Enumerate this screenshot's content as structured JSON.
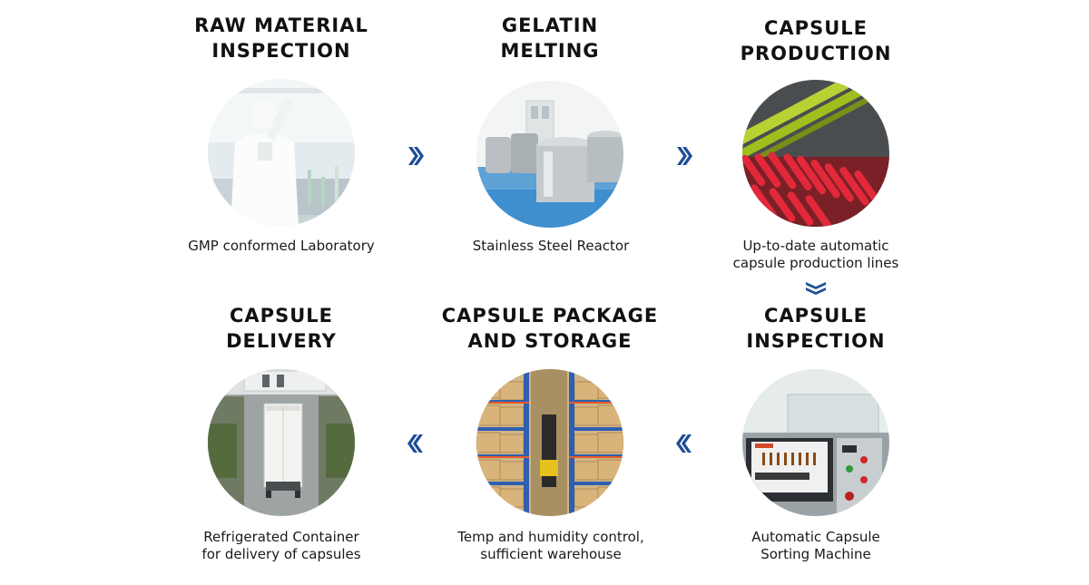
{
  "steps": [
    {
      "title": [
        "RAW MATERIAL",
        "INSPECTION"
      ],
      "caption": [
        "GMP conformed Laboratory"
      ],
      "icon": "laboratory-photo"
    },
    {
      "title": [
        "GELATIN",
        "MELTING"
      ],
      "caption": [
        "Stainless Steel Reactor"
      ],
      "icon": "reactor-photo"
    },
    {
      "title": [
        "CAPSULE",
        "PRODUCTION"
      ],
      "caption": [
        "Up-to-date automatic",
        "capsule production lines"
      ],
      "icon": "production-line-photo"
    },
    {
      "title": [
        "CAPSULE",
        "INSPECTION"
      ],
      "caption": [
        "Automatic Capsule",
        "Sorting Machine"
      ],
      "icon": "sorting-machine-photo"
    },
    {
      "title": [
        "CAPSULE PACKAGE",
        "AND STORAGE"
      ],
      "caption": [
        "Temp and humidity control,",
        "sufficient warehouse"
      ],
      "icon": "warehouse-photo"
    },
    {
      "title": [
        "CAPSULE",
        "DELIVERY"
      ],
      "caption": [
        "Refrigerated Container",
        "for delivery of capsules"
      ],
      "icon": "truck-photo"
    }
  ],
  "colors": {
    "arrow": "#1e4f96",
    "title": "#111111"
  },
  "arrows": [
    {
      "direction": "right",
      "icon": "double-chevron-right-icon"
    },
    {
      "direction": "right",
      "icon": "double-chevron-right-icon"
    },
    {
      "direction": "down",
      "icon": "double-chevron-down-icon"
    },
    {
      "direction": "left",
      "icon": "double-chevron-left-icon"
    },
    {
      "direction": "left",
      "icon": "double-chevron-left-icon"
    }
  ]
}
